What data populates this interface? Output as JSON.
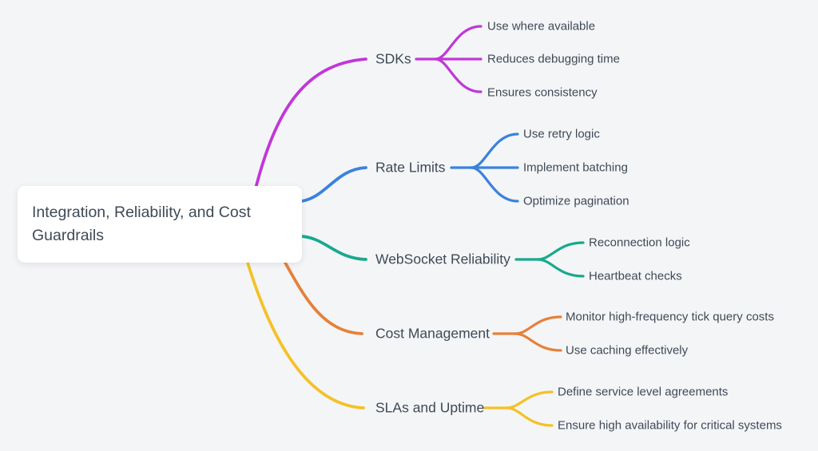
{
  "colors": {
    "background": "#f4f5f7",
    "node_background": "#ffffff",
    "text": "#3e4a57"
  },
  "root": {
    "label": "Integration, Reliability, and Cost Guardrails"
  },
  "branches": [
    {
      "label": "SDKs",
      "color": "#c137d8",
      "children": [
        "Use where available",
        "Reduces debugging time",
        "Ensures consistency"
      ]
    },
    {
      "label": "Rate Limits",
      "color": "#3b82dd",
      "children": [
        "Use retry logic",
        "Implement batching",
        "Optimize pagination"
      ]
    },
    {
      "label": "WebSocket Reliability",
      "color": "#18a98d",
      "children": [
        "Reconnection logic",
        "Heartbeat checks"
      ]
    },
    {
      "label": "Cost Management",
      "color": "#e5813a",
      "children": [
        "Monitor high-frequency tick query costs",
        "Use caching effectively"
      ]
    },
    {
      "label": "SLAs and Uptime",
      "color": "#f4c127",
      "children": [
        "Define service level agreements",
        "Ensure high availability for critical systems"
      ]
    }
  ]
}
